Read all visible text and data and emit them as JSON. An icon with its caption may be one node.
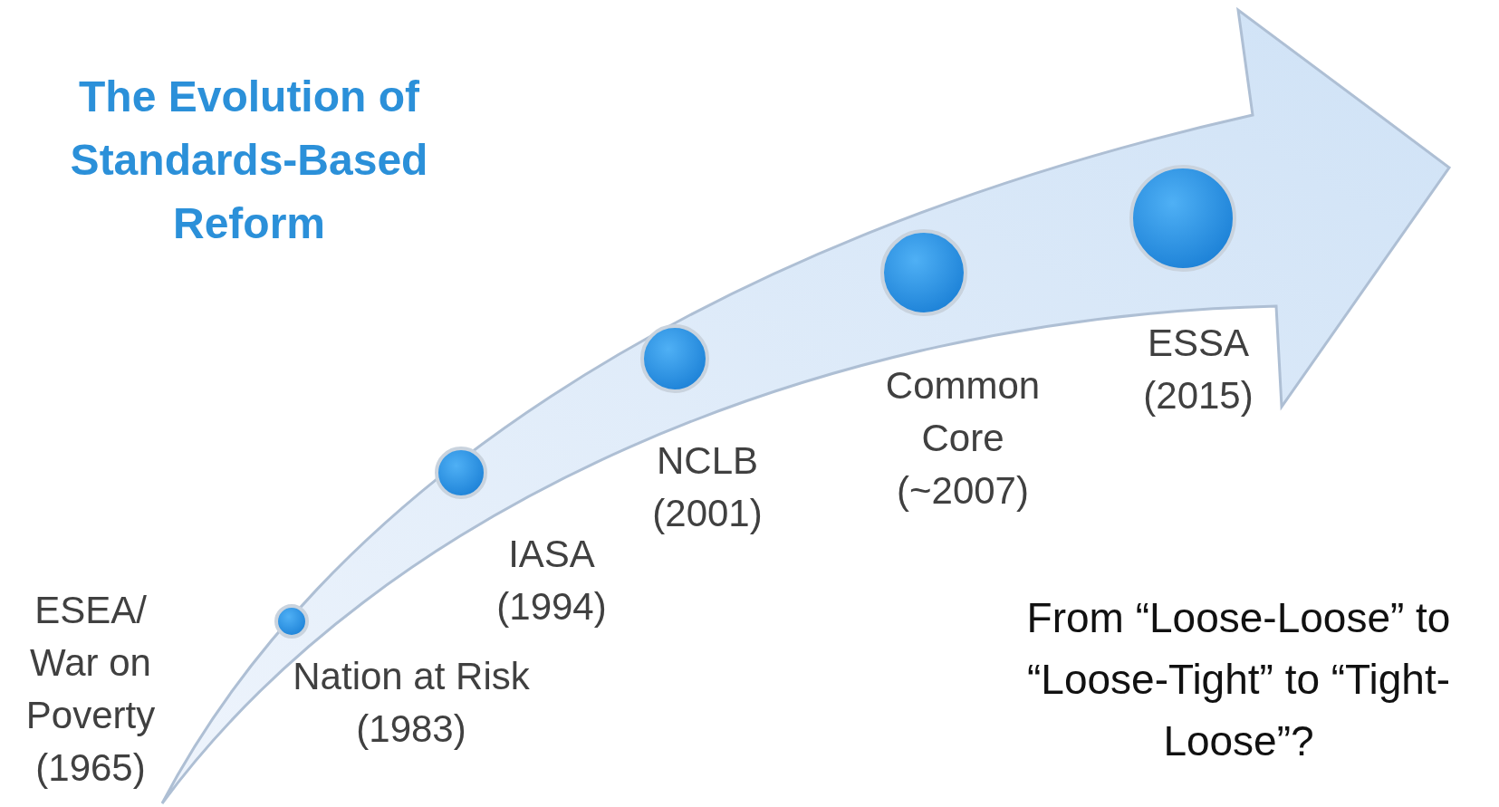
{
  "diagram": {
    "title": "The Evolution of Standards-Based Reform",
    "nodes": [
      {
        "text": [
          "ESEA/ War on Poverty (1965)"
        ]
      },
      {
        "text": [
          "Nation at Risk (1983)"
        ]
      },
      {
        "text": [
          "IASA (1994)"
        ]
      },
      {
        "text": [
          "NCLB (2001)"
        ]
      },
      {
        "text": [
          "Common Core (~2007)"
        ]
      },
      {
        "text": [
          "ESSA (2015)"
        ]
      }
    ],
    "labels": [
      "From “Loose-Loose” to “Loose-Tight” to “Tight-Loose”?"
    ]
  }
}
